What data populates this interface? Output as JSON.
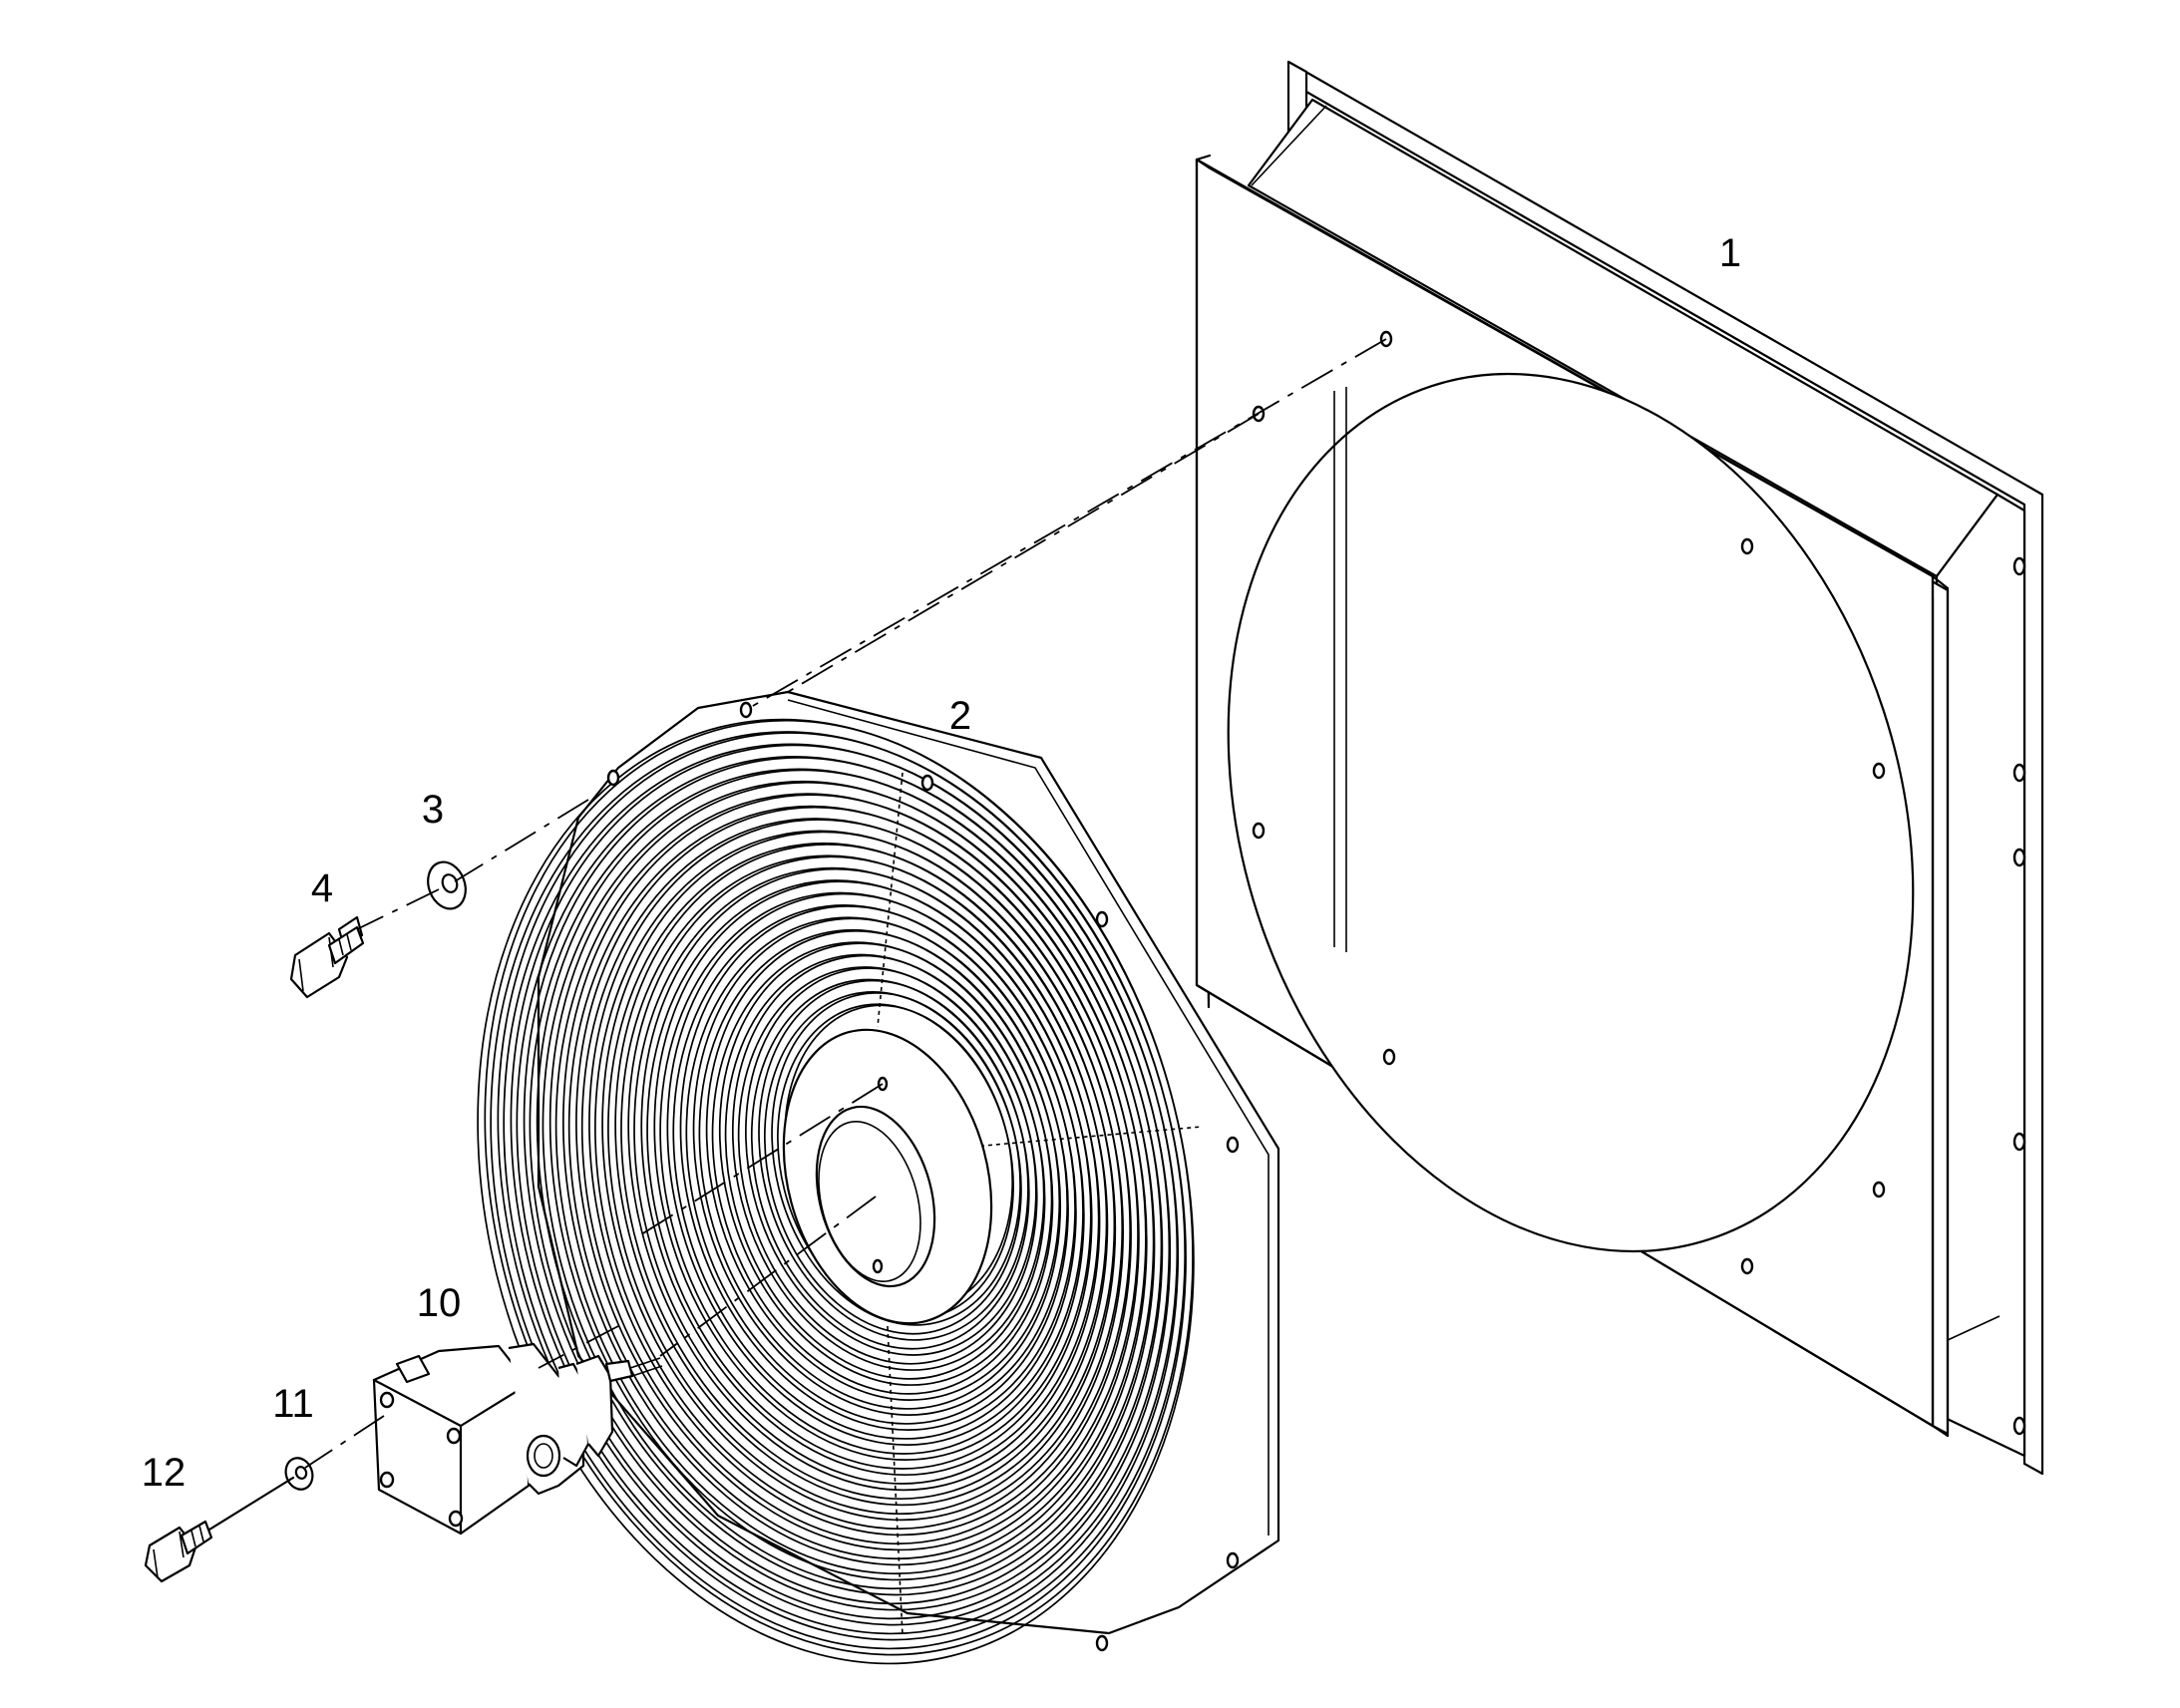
{
  "callouts": {
    "c1": "1",
    "c2": "2",
    "c3": "3",
    "c4": "4",
    "c10": "10",
    "c11": "11",
    "c12": "12"
  },
  "parts": [
    {
      "callout": "1",
      "icon": "fan-shroud-frame-icon"
    },
    {
      "callout": "2",
      "icon": "fan-guard-icon"
    },
    {
      "callout": "3",
      "icon": "washer-icon"
    },
    {
      "callout": "4",
      "icon": "bolt-icon"
    },
    {
      "callout": "10",
      "icon": "fan-motor-icon"
    },
    {
      "callout": "11",
      "icon": "washer-icon"
    },
    {
      "callout": "12",
      "icon": "bolt-icon"
    }
  ],
  "colors": {
    "line": "#000000",
    "background": "#ffffff"
  }
}
